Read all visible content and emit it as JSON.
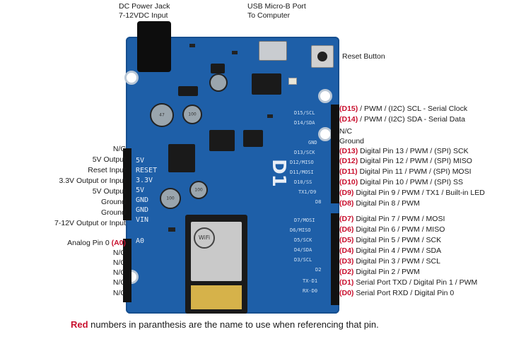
{
  "top_labels": {
    "dc_jack": "DC Power Jack\n7-12VDC Input",
    "usb": "USB Micro-B Port\nTo Computer",
    "reset": "Reset Button"
  },
  "left_labels": [
    "N/C",
    "5V Output",
    "Reset Input",
    "3.3V Output or Input",
    "5V Output",
    "Ground",
    "Ground",
    "7-12V Output or Input"
  ],
  "analog_label": {
    "text": "Analog Pin 0 ",
    "ref": "(A0)"
  },
  "left_nc": [
    "N/C",
    "N/C",
    "N/C",
    "N/C",
    "N/C"
  ],
  "right_labels": [
    {
      "ref": "(D15)",
      "text": " / PWM / (I2C) SCL - Serial Clock"
    },
    {
      "ref": "(D14)",
      "text": " / PWM / (I2C) SDA - Serial Data"
    },
    {
      "ref": "",
      "text": "N/C"
    },
    {
      "ref": "",
      "text": "Ground"
    },
    {
      "ref": "(D13)",
      "text": " Digital Pin 13 / PWM / (SPI) SCK"
    },
    {
      "ref": "(D12)",
      "text": " Digital Pin 12 /  PWM / (SPI) MISO"
    },
    {
      "ref": "(D11)",
      "text": " Digital Pin 11 / PWM / (SPI) MOSI"
    },
    {
      "ref": "(D10)",
      "text": " Digital Pin 10 / PWM / (SPI) SS"
    },
    {
      "ref": "(D9)",
      "text": " Digital Pin 9 / PWM / TX1 / Built-in LED"
    },
    {
      "ref": "(D8)",
      "text": " Digital Pin 8 / PWM"
    },
    {
      "ref": "(D7)",
      "text": " Digital Pin 7 / PWM / MOSI"
    },
    {
      "ref": "(D6)",
      "text": " Digital Pin 6 / PWM / MISO"
    },
    {
      "ref": "(D5)",
      "text": " Digital Pin 5 / PWM / SCK"
    },
    {
      "ref": "(D4)",
      "text": " Digital Pin 4 / PWM / SDA"
    },
    {
      "ref": "(D3)",
      "text": " Digital Pin 3 / PWM / SCL"
    },
    {
      "ref": "(D2)",
      "text": " Digital Pin 2 / PWM"
    },
    {
      "ref": "(D1)",
      "text": " Serial Port TXD / Digital Pin 1 / PWM"
    },
    {
      "ref": "(D0)",
      "text": " Serial Port RXD / Digital Pin 0"
    }
  ],
  "caption": {
    "red": "Red",
    "rest": " numbers in paranthesis are the name to use when referencing that pin."
  },
  "board_silk": {
    "left": [
      "5V",
      "RESET",
      "3.3V",
      "5V",
      "GND",
      "GND",
      "VIN",
      "A0"
    ],
    "right": [
      "D15/SCL",
      "D14/SDA",
      "GND",
      "D13/SCK",
      "D12/MISO",
      "D11/MOSI",
      "D10/SS",
      "TX1/D9",
      "D8",
      "D7/MOSI",
      "D6/MISO",
      "D5/SCK",
      "D4/SDA",
      "D3/SCL",
      "D2",
      "TX-D1",
      "RX-D0"
    ],
    "model": "D1",
    "module_text": "WiFi",
    "cap_labels": [
      "47",
      "100",
      "100",
      "100"
    ]
  },
  "colors": {
    "board": "#1e5fa8",
    "ref_red": "#c8102e"
  }
}
